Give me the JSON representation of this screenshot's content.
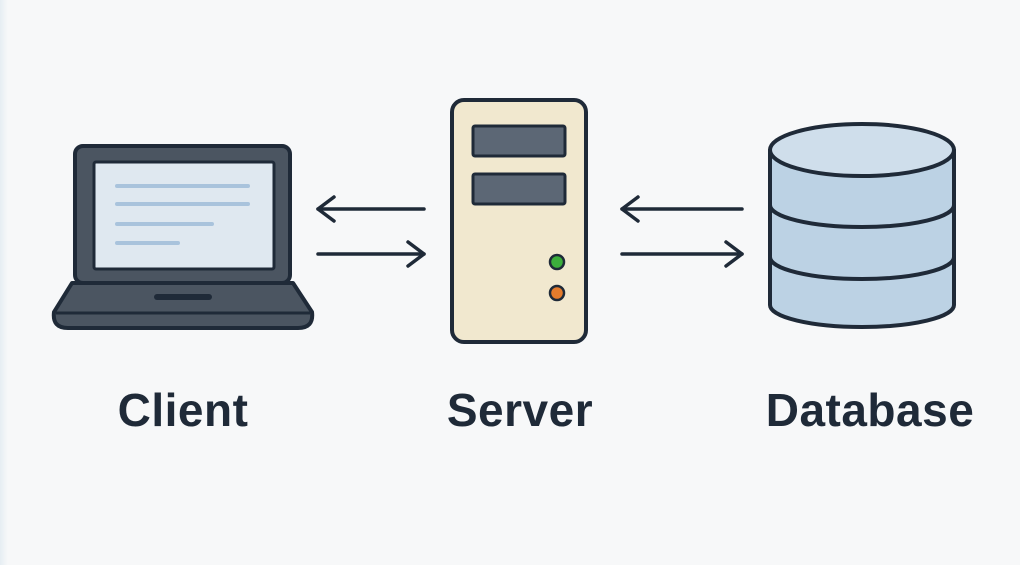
{
  "nodes": [
    {
      "id": "client",
      "label": "Client",
      "icon": "laptop-icon"
    },
    {
      "id": "server",
      "label": "Server",
      "icon": "server-tower-icon"
    },
    {
      "id": "database",
      "label": "Database",
      "icon": "database-cylinder-icon"
    }
  ],
  "connections": [
    {
      "from": "server",
      "to": "client",
      "icon": "arrow-left-icon"
    },
    {
      "from": "client",
      "to": "server",
      "icon": "arrow-right-icon"
    },
    {
      "from": "database",
      "to": "server",
      "icon": "arrow-left-icon"
    },
    {
      "from": "server",
      "to": "database",
      "icon": "arrow-right-icon"
    }
  ],
  "colors": {
    "background": "#f7f8f9",
    "outline": "#1f2a38",
    "laptop_body": "#4b5561",
    "laptop_screen": "#dfe8f0",
    "screen_lines": "#a9c3dc",
    "server_body": "#f1e8cf",
    "server_slots": "#5c6775",
    "led_green": "#3cae3c",
    "led_orange": "#e47b2c",
    "database_fill": "#bcd2e4",
    "database_top": "#cfdeeb",
    "label_text": "#1f2a38"
  }
}
